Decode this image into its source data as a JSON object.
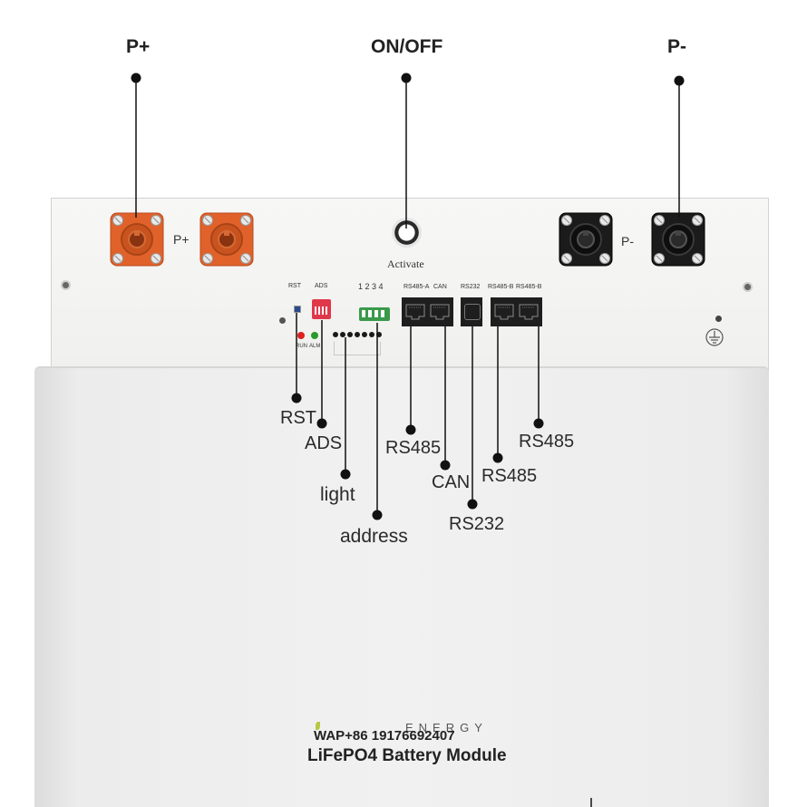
{
  "top_labels": {
    "p_plus": "P+",
    "on_off": "ON/OFF",
    "p_minus": "P-"
  },
  "panel": {
    "p_plus_small": "P+",
    "p_minus_small": "P-",
    "activate": "Activate",
    "rst": "RST",
    "ads": "ADS",
    "dip_numbers": "1 2 3 4",
    "run": "RUN",
    "alm": "ALM",
    "port_rs485a": "RS485-A",
    "port_can": "CAN",
    "port_rs232": "RS232",
    "port_rs485b_1": "RS485-B",
    "port_rs485b_2": "RS485-B"
  },
  "callouts": {
    "rst": "RST",
    "ads": "ADS",
    "light": "light",
    "address": "address",
    "rs485_a": "RS485",
    "can": "CAN",
    "rs232": "RS232",
    "rs485_b1": "RS485",
    "rs485_b2": "RS485"
  },
  "brand": {
    "energy": "ENERGY",
    "wap": "WAP+86 19176692407",
    "product": "LiFePO4 Battery Module"
  },
  "colors": {
    "terminal_positive": "#e0622a",
    "terminal_negative": "#1b1b1b",
    "panel": "#f4f4f2",
    "body": "#ececec",
    "leader": "#111111",
    "led_red": "#e02020",
    "led_green": "#2a9a2a",
    "dip_switch": "#e0384a",
    "terminal_block": "#3a9a4a"
  }
}
